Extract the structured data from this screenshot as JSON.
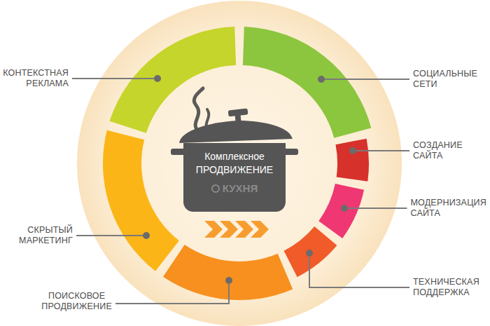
{
  "diagram": {
    "nodes": [
      {
        "text": [
          "Комплексное ПРОДВИЖЕНИЕ",
          "КУХНЯ"
        ]
      }
    ],
    "labels": [
      "КОНТЕКСТНАЯ РЕКЛАМА",
      "СОЦИАЛЬНЫЕ СЕТИ",
      "СОЗДАНИЕ САЙТА",
      "МОДЕРНИЗАЦИЯ САЙТА",
      "СКРЫТЫЙ МАРКЕТИНГ",
      "ТЕХНИЧЕСКАЯ ПОДДЕРЖКА",
      "ПОИСКОВОЕ ПРОДВИЖЕНИЕ"
    ]
  }
}
